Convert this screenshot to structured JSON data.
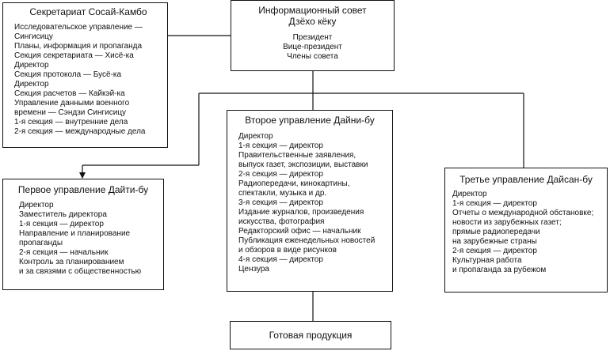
{
  "boxes": [
    {
      "id": "secretariat",
      "title": "Секретариат Сосай-Камбо",
      "lines": [
        "Исследовательское управление —",
        "Сингисицу",
        "Планы, информация и пропаганда",
        "Секция секретариата — Хисё-ка",
        "Директор",
        "Секция протокола — Бусё-ка",
        "Директор",
        "Секция расчетов — Кайкэй-ка",
        "Управление данными военного",
        "времени — Сэндзи Сингисицу",
        "1-я секция — внутренние дела",
        "2-я секция — международные дела"
      ]
    },
    {
      "id": "council",
      "title": "Информационный совет\nДзёхо кёку",
      "lines": [
        "Президент",
        "Вице-президент",
        "Члены совета"
      ]
    },
    {
      "id": "first-dept",
      "title": "Первое управление Дайти-бу",
      "lines": [
        "Директор",
        "Заместитель директора",
        "1-я секция — директор",
        "Направление и планирование",
        "пропаганды",
        "2-я секция — начальник",
        "Контроль за планированием",
        "и за связями с общественностью"
      ]
    },
    {
      "id": "second-dept",
      "title": "Второе управление Дайни-бу",
      "lines": [
        "Директор",
        "1-я секция — директор",
        "Правительственные заявления,",
        "выпуск газет, экспозиции, выставки",
        "2-я секция — директор",
        "Радиопередачи, кинокартины,",
        "спектакли, музыка и др.",
        "3-я секция — директор",
        "Издание журналов, произведения",
        "искусства, фотография",
        "Редакторский офис — начальник",
        "Публикация еженедельных новостей",
        "и обзоров в виде рисунков",
        "4-я секция — директор",
        "Цензура"
      ]
    },
    {
      "id": "third-dept",
      "title": "Третье управление Дайсан-бу",
      "lines": [
        "Директор",
        "1-я секция — директор",
        "Отчеты о международной обстановке;",
        "новости из зарубежных газет;",
        "прямые радиопередачи",
        "на зарубежные страны",
        "2-я секция — директор",
        "Культурная работа",
        "и пропаганда за рубежом"
      ]
    },
    {
      "id": "output",
      "title": "Готовая продукция",
      "lines": []
    }
  ]
}
